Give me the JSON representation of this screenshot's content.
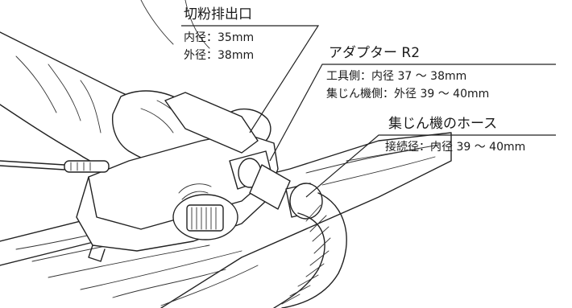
{
  "callouts": {
    "outlet": {
      "title": "切粉排出口",
      "inner": "内径：35mm",
      "outer": "外径：38mm"
    },
    "adapter": {
      "title": "アダプター R2",
      "tool_side": "工具側：内径 37 ～ 38mm",
      "collector_side": "集じん機側：外径 39 ～ 40mm"
    },
    "hose": {
      "title": "集じん機のホース",
      "connection": "接続径：内径 39 ～ 40mm"
    }
  },
  "illustration": {
    "subject": "electric-planer-with-dust-hose",
    "line_color": "#222222",
    "background": "#ffffff"
  }
}
